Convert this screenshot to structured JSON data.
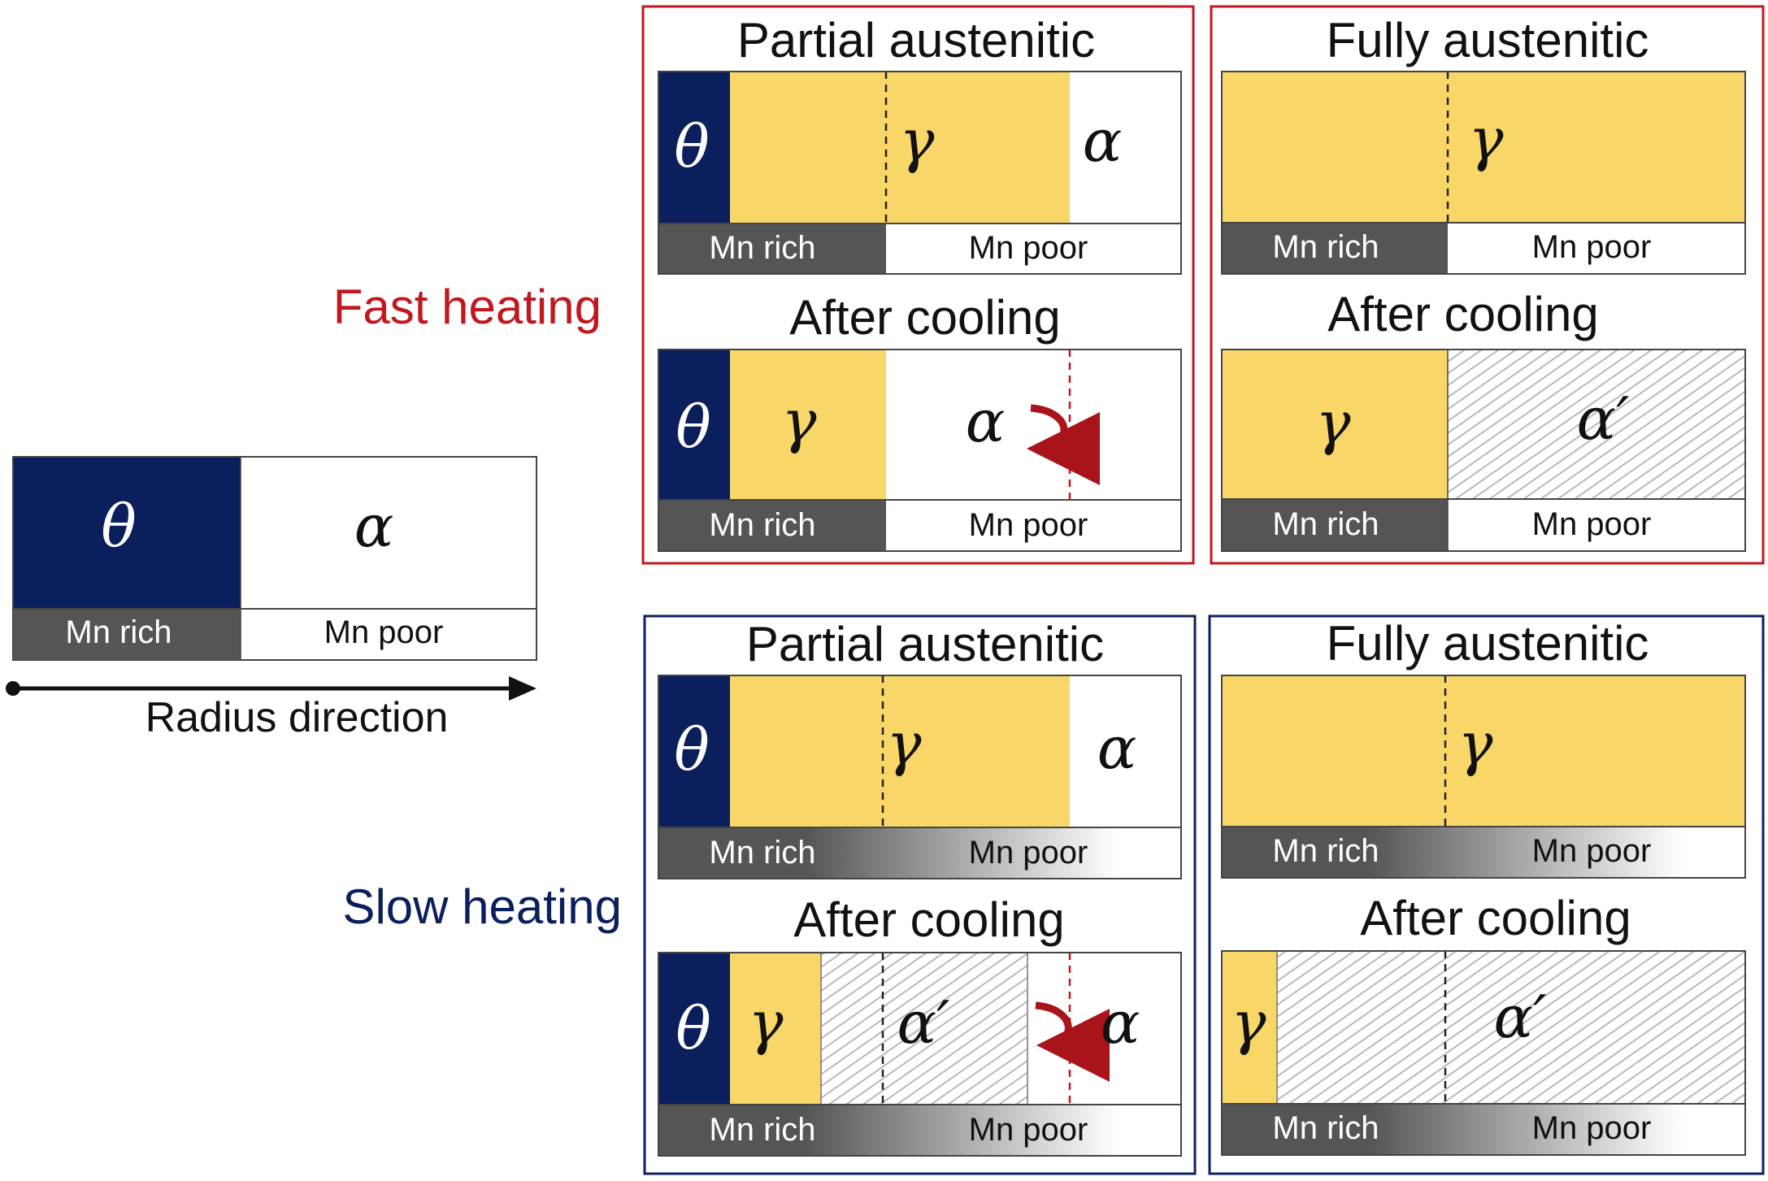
{
  "colors": {
    "cementite": "#0b1f5c",
    "austenite": "#f8d668",
    "mn_rich_band": "#555555",
    "fast": "#c0181e",
    "slow": "#0b1f5c",
    "arrow": "#a8141a"
  },
  "symbols": {
    "theta": "θ",
    "gamma": "γ",
    "alpha": "α",
    "alpha_prime": "α′"
  },
  "labels": {
    "mn_rich": "Mn rich",
    "mn_poor": "Mn poor",
    "radius_direction": "Radius direction",
    "fast_heating": "Fast heating",
    "slow_heating": "Slow heating",
    "partial_austenitic": "Partial austenitic",
    "fully_austenitic": "Fully austenitic",
    "after_cooling": "After cooling"
  }
}
